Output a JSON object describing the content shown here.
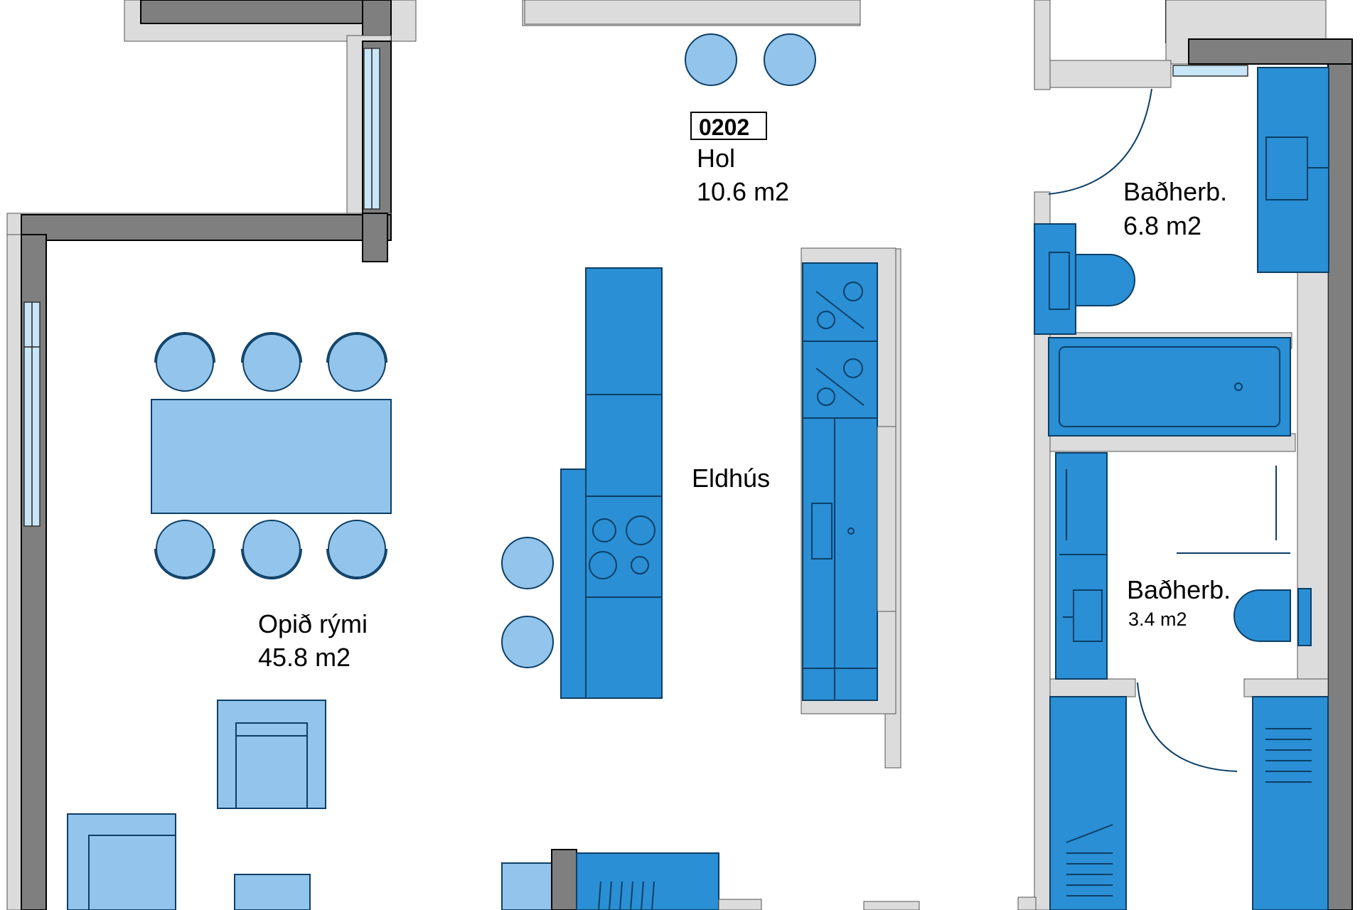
{
  "apartment": {
    "code": "0202"
  },
  "rooms": {
    "hol": {
      "name": "Hol",
      "area": "10.6 m2"
    },
    "bath_large": {
      "name": "Baðherb.",
      "area": "6.8 m2"
    },
    "kitchen": {
      "name": "Eldhús"
    },
    "open_space": {
      "name": "Opið rými",
      "area": "45.8 m2"
    },
    "bath_small": {
      "name": "Baðherb.",
      "area": "3.4 m2"
    }
  },
  "colors": {
    "wall": "#7f7f7f",
    "wall_edge": "#000000",
    "wall_finish": "#dcdcdc",
    "fixture_blue": "#2a8fd4",
    "furniture_light_blue": "#93c5ec",
    "window_glass": "#c8e6f7",
    "background": "#ffffff"
  }
}
